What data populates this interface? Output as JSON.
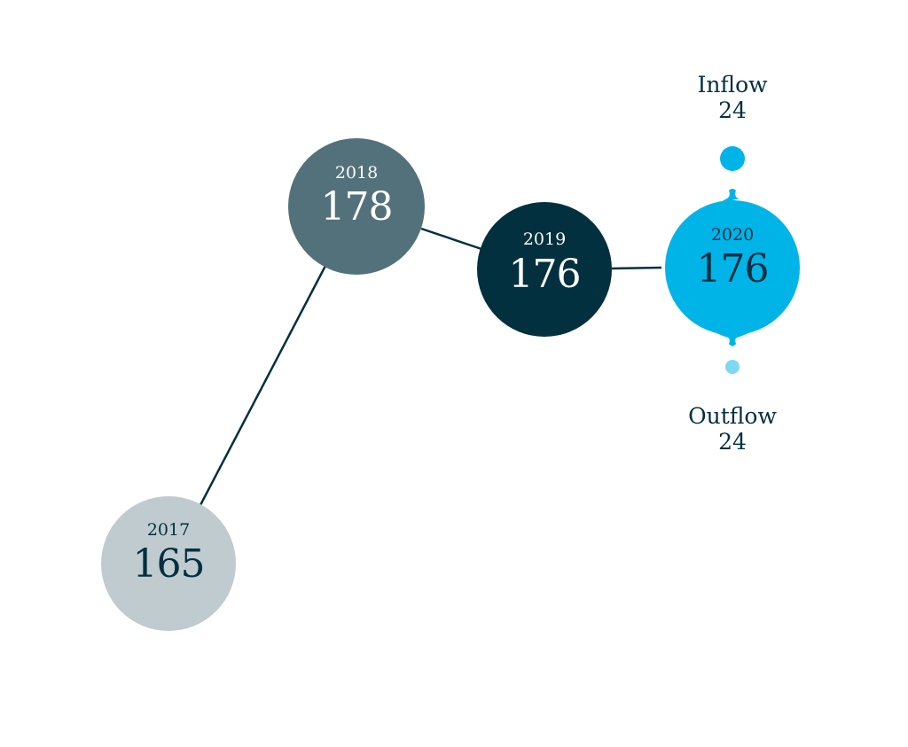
{
  "chart_data": {
    "type": "scatter",
    "points": [
      {
        "year": "2017",
        "value": "165",
        "fill": "#bfcbce",
        "text_color": "#032f40"
      },
      {
        "year": "2018",
        "value": "178",
        "fill": "#53717a",
        "text_color": "#ffffff"
      },
      {
        "year": "2019",
        "value": "176",
        "fill": "#03303f",
        "text_color": "#ffffff"
      },
      {
        "year": "2020",
        "value": "176",
        "fill": "#00b4e7",
        "text_color": "#032f40"
      }
    ],
    "inflow": {
      "label": "Inflow",
      "value": "24",
      "color": "#00b4e7"
    },
    "outflow": {
      "label": "Outflow",
      "value": "24",
      "color": "#7fd8f2"
    },
    "connector_color": "#03303f"
  }
}
